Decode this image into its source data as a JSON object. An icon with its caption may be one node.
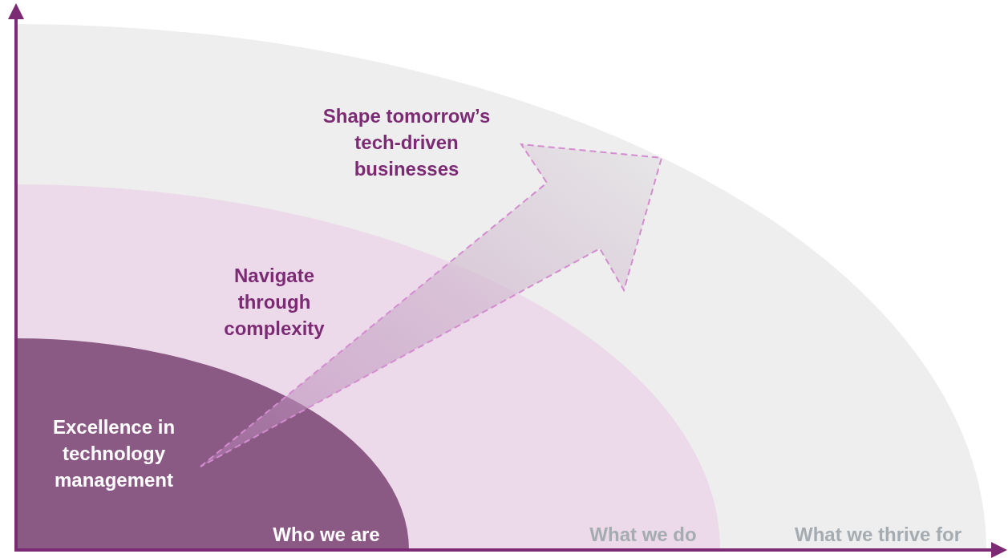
{
  "diagram": {
    "nodes": [
      {
        "text": [
          "Shape tomorrow’s tech-driven businesses",
          "What we thrive for"
        ]
      },
      {
        "text": [
          "Navigate through complexity",
          "What we do"
        ],
        "in": 0
      },
      {
        "text": [
          "Excellence in technology management",
          "Who we are"
        ],
        "in": 1
      }
    ]
  }
}
